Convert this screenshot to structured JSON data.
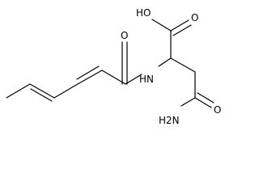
{
  "molecule": {
    "atom_labels": {
      "hydroxyl": "HO",
      "acid_carbonyl_oxygen": "O",
      "amide_carbonyl_oxygen": "O",
      "amide_nitrogen_h": "HN",
      "primary_amine": "H2N",
      "terminal_carbonyl_oxygen": "O"
    }
  }
}
